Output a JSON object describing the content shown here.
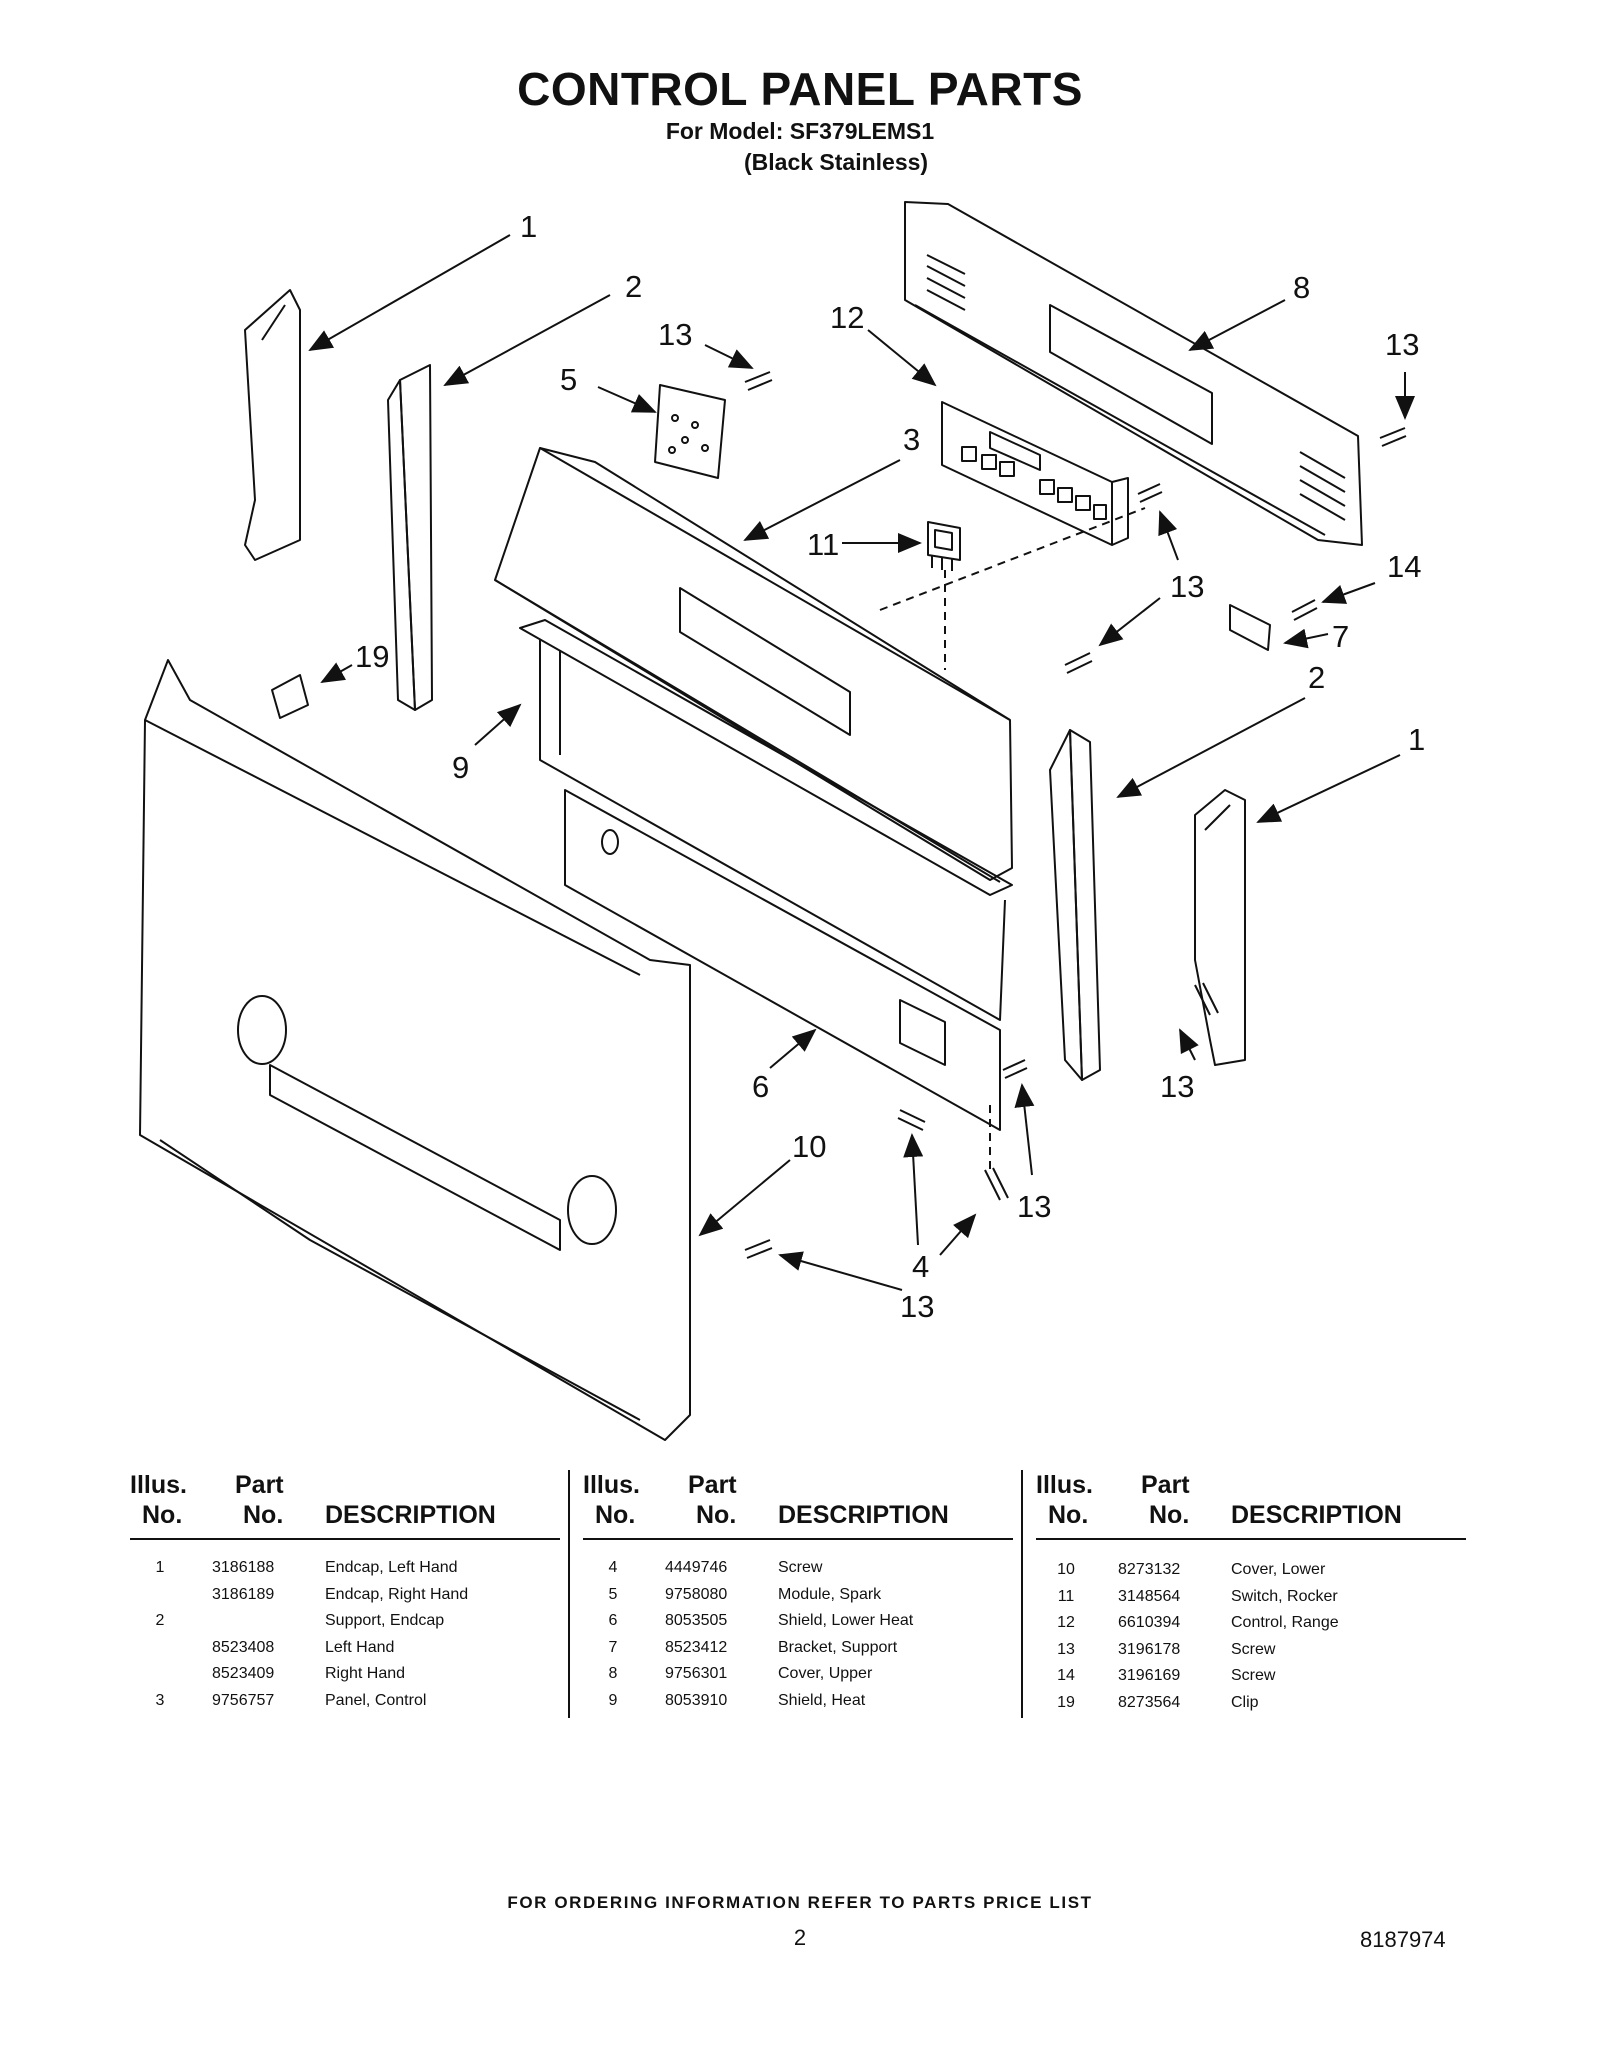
{
  "title": "CONTROL PANEL PARTS",
  "model_line": "For Model: SF379LEMS1",
  "color_line": "(Black Stainless)",
  "callouts": [
    {
      "id": "c1a",
      "label": "1"
    },
    {
      "id": "c2a",
      "label": "2"
    },
    {
      "id": "c13a",
      "label": "13"
    },
    {
      "id": "c12",
      "label": "12"
    },
    {
      "id": "c8",
      "label": "8"
    },
    {
      "id": "c13b",
      "label": "13"
    },
    {
      "id": "c5",
      "label": "5"
    },
    {
      "id": "c3",
      "label": "3"
    },
    {
      "id": "c11",
      "label": "11"
    },
    {
      "id": "c13c",
      "label": "13"
    },
    {
      "id": "c14",
      "label": "14"
    },
    {
      "id": "c7",
      "label": "7"
    },
    {
      "id": "c19",
      "label": "19"
    },
    {
      "id": "c2b",
      "label": "2"
    },
    {
      "id": "c9",
      "label": "9"
    },
    {
      "id": "c1b",
      "label": "1"
    },
    {
      "id": "c6",
      "label": "6"
    },
    {
      "id": "c13d",
      "label": "13"
    },
    {
      "id": "c10",
      "label": "10"
    },
    {
      "id": "c13e",
      "label": "13"
    },
    {
      "id": "c4",
      "label": "4"
    },
    {
      "id": "c13f",
      "label": "13"
    }
  ],
  "table": {
    "headers": {
      "illus_1": "Illus.",
      "illus_2": "No.",
      "part_1": "Part",
      "part_2": "No.",
      "description": "DESCRIPTION"
    },
    "columns": [
      {
        "rows": [
          {
            "illus": "1",
            "part": "3186188",
            "desc": "Endcap, Left Hand"
          },
          {
            "illus": "",
            "part": "3186189",
            "desc": "Endcap, Right Hand"
          },
          {
            "illus": "2",
            "part": "",
            "desc": "Support, Endcap"
          },
          {
            "illus": "",
            "part": "8523408",
            "desc": "Left Hand"
          },
          {
            "illus": "",
            "part": "8523409",
            "desc": "Right Hand"
          },
          {
            "illus": "3",
            "part": "9756757",
            "desc": "Panel, Control"
          }
        ]
      },
      {
        "rows": [
          {
            "illus": "4",
            "part": "4449746",
            "desc": "Screw"
          },
          {
            "illus": "5",
            "part": "9758080",
            "desc": "Module, Spark"
          },
          {
            "illus": "6",
            "part": "8053505",
            "desc": "Shield, Lower Heat"
          },
          {
            "illus": "7",
            "part": "8523412",
            "desc": "Bracket, Support"
          },
          {
            "illus": "8",
            "part": "9756301",
            "desc": "Cover, Upper"
          },
          {
            "illus": "9",
            "part": "8053910",
            "desc": "Shield, Heat"
          }
        ]
      },
      {
        "rows": [
          {
            "illus": "10",
            "part": "8273132",
            "desc": "Cover, Lower"
          },
          {
            "illus": "11",
            "part": "3148564",
            "desc": "Switch, Rocker"
          },
          {
            "illus": "12",
            "part": "6610394",
            "desc": "Control, Range"
          },
          {
            "illus": "13",
            "part": "3196178",
            "desc": "Screw"
          },
          {
            "illus": "14",
            "part": "3196169",
            "desc": "Screw"
          },
          {
            "illus": "19",
            "part": "8273564",
            "desc": "Clip"
          }
        ]
      }
    ]
  },
  "footer": "FOR ORDERING INFORMATION REFER TO PARTS PRICE LIST",
  "page_number": "2",
  "document_number": "8187974"
}
